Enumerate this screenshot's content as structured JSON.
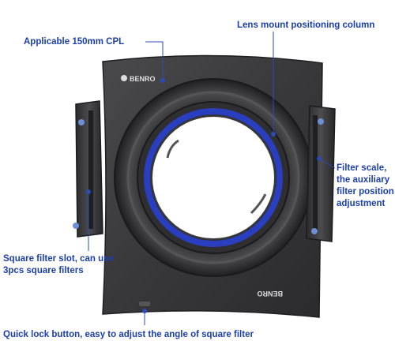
{
  "annotations": {
    "cpl": "Applicable 150mm CPL",
    "mount": "Lens mount positioning column",
    "scale": "Filter scale, the auxiliary filter position adjustment",
    "slot": "Square filter slot, can use 3pcs square filters",
    "quick_lock": "Quick lock button, easy to adjust the angle of square filter"
  },
  "brand": {
    "logo_top": "BENRO",
    "logo_bottom": "BENRO"
  },
  "colors": {
    "annotation_text": "#1b3fae",
    "callout_line": "#2b4bb8",
    "holder_body": "#3a3a3c",
    "blue_ring": "#2a3fbf"
  }
}
